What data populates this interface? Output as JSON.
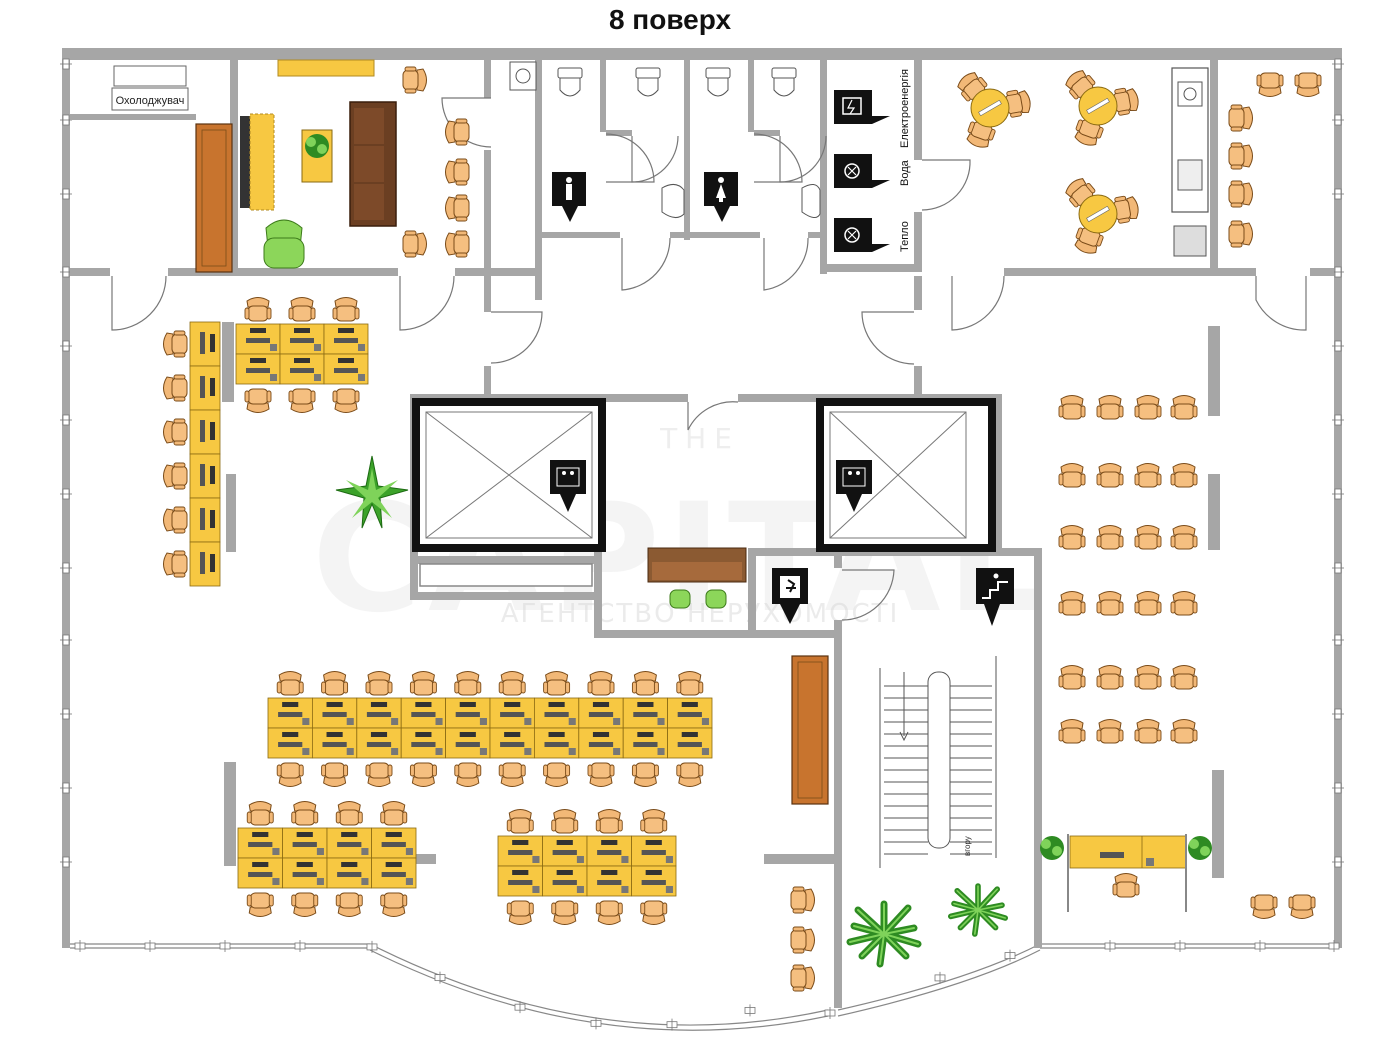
{
  "title": "8 поверх",
  "labels": {
    "cooler": "Охолоджувач",
    "electricity": "Електроенергія",
    "water": "Вода",
    "heat": "Тепло",
    "stairs_up": "вгору"
  },
  "watermark": {
    "top": "THE",
    "main": "CAPITAL",
    "sub": "АГЕНТСТВО НЕРУХОМОСТІ"
  },
  "colors": {
    "wall": "#a6a6a6",
    "desk": "#f7c842",
    "chair": "#f2b877",
    "chair_outline": "#7a4b18",
    "sofa": "#6b3f22",
    "cabinet": "#c8742e",
    "plant": "#2e8b22",
    "sign": "#111111"
  }
}
